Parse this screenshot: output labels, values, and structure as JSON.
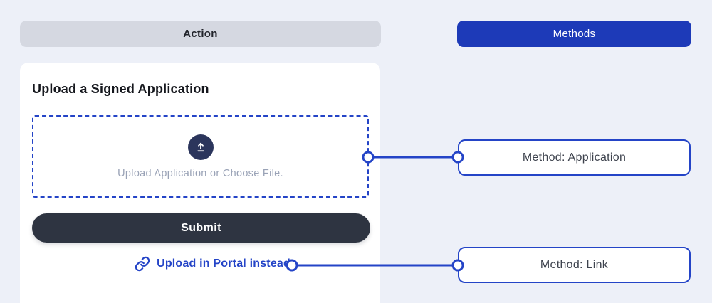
{
  "headers": {
    "action": {
      "label": "Action"
    },
    "methods": {
      "label": "Methods"
    }
  },
  "card": {
    "title": "Upload a Signed Application",
    "dropzone": {
      "label": "Upload Application or Choose File.",
      "icon": "upload-icon"
    },
    "submit_label": "Submit",
    "portal_link": {
      "label": "Upload in Portal instead",
      "icon": "link-icon"
    }
  },
  "annotations": {
    "application": {
      "label": "Method: Application"
    },
    "link": {
      "label": "Method: Link"
    }
  },
  "colors": {
    "page_background": "#edf0f8",
    "action_header_bg": "#d5d8e1",
    "methods_header_bg": "#1d3ab8",
    "accent_blue": "#2444c7",
    "submit_button_bg": "#2e3441",
    "upload_icon_bg": "#2b355c",
    "muted_text": "#99a2b6",
    "annotation_text": "#3d424d"
  }
}
